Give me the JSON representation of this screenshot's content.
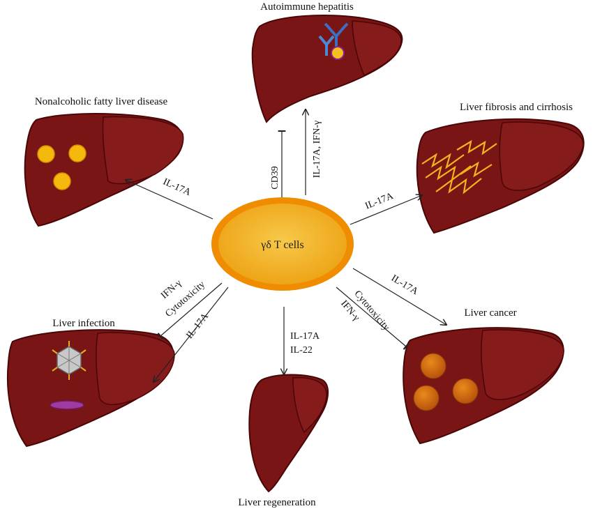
{
  "center": {
    "label": "γδ T cells"
  },
  "nodes": {
    "autoimmune": {
      "title": "Autoimmune hepatitis"
    },
    "nafld": {
      "title": "Nonalcoholic fatty liver disease"
    },
    "fibrosis": {
      "title": "Liver fibrosis and cirrhosis"
    },
    "infection": {
      "title": "Liver infection"
    },
    "regeneration": {
      "title": "Liver regeneration"
    },
    "cancer": {
      "title": "Liver cancer"
    }
  },
  "edges": {
    "autoimmune_inhibit": "CD39",
    "autoimmune_promote": "IL-17A, IFN-γ",
    "nafld": "IL-17A",
    "fibrosis": "IL-17A",
    "infection_inhibit_1": "IFN-γ",
    "infection_inhibit_2": "Cytotoxicity",
    "infection_promote": "IL-17A",
    "regeneration_1": "IL-17A",
    "regeneration_2": "IL-22",
    "cancer_inhibit_1": "Cytotoxicity",
    "cancer_inhibit_2": "IFN-γ",
    "cancer_promote": "IL-17A"
  },
  "colors": {
    "liver": "#7a1515",
    "center_fill": "#f3b21e",
    "center_ring": "#f08c00",
    "fat_droplet": "#f5b80c",
    "tumor": "#e07018"
  }
}
